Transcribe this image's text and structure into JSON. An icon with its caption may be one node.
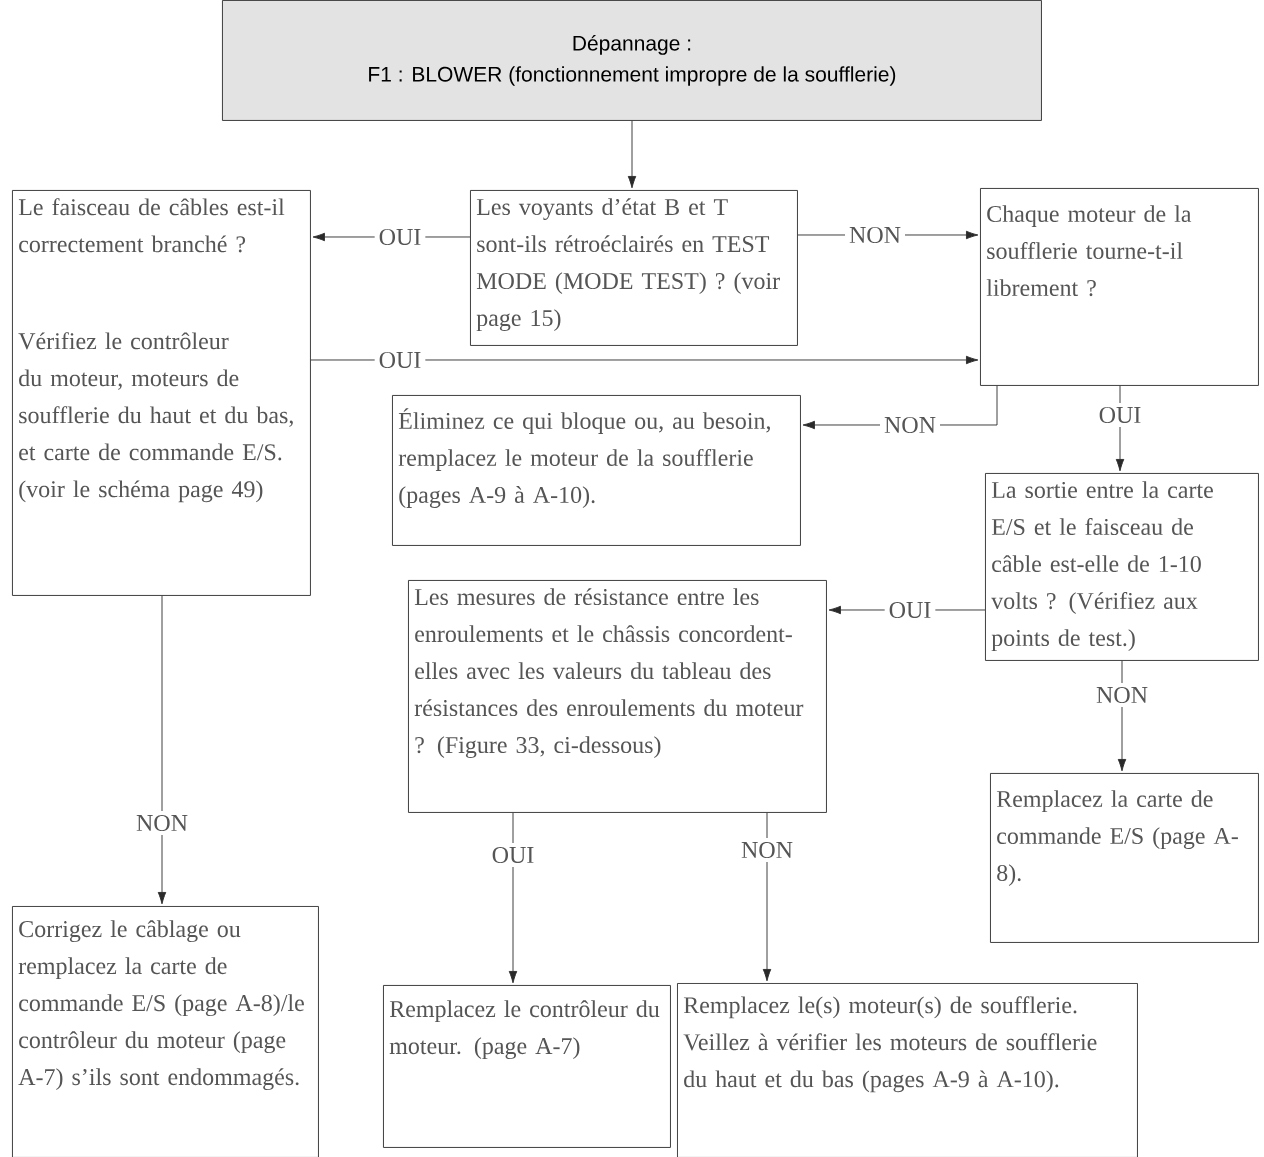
{
  "diagram": {
    "nodes": [
      {
        "text": [
          "Dépannage :",
          "F1 : BLOWER (fonctionnement impropre de la soufflerie)"
        ]
      },
      {
        "text": [
          "Les voyants d’état B et T sont-ils rétroéclairés en TEST MODE (MODE TEST) ? (voir page 15)"
        ]
      },
      {
        "text": [
          "Le faisceau de câbles est-il correctement branché ?",
          "Vérifiez le contrôleur du moteur, moteurs de soufflerie du haut et du bas, et carte de commande E/S. (voir le schéma page 49)"
        ]
      },
      {
        "text": [
          "Chaque moteur de la soufflerie tourne-t-il librement ?"
        ]
      },
      {
        "text": [
          "Éliminez ce qui bloque ou, au besoin, remplacez le moteur de la soufflerie (pages A-9 à A-10)."
        ]
      },
      {
        "text": [
          "La sortie entre la carte E/S et le faisceau de câble est-elle de 1-10 volts ? (Vérifiez aux points de test.)"
        ]
      },
      {
        "text": [
          "Les mesures de résistance entre les enroulements et le châssis concordent-elles avec les valeurs du tableau des résistances des enroulements du moteur ? (Figure 33, ci-dessous)"
        ]
      },
      {
        "text": [
          "Remplacez la carte de commande E/S (page A-8)."
        ]
      },
      {
        "text": [
          "Corrigez le câblage ou remplacez la carte de commande E/S (page A-8)/le contrôleur du moteur (page A-7) s’ils sont endommagés."
        ]
      },
      {
        "text": [
          "Remplacez le contrôleur du moteur. (page A-7)"
        ]
      },
      {
        "text": [
          "Remplacez le(s) moteur(s) de soufflerie. Veillez à vérifier les moteurs de soufflerie du haut et du bas (pages A-9 à A-10)."
        ]
      }
    ],
    "edges": [
      {
        "from": 0,
        "to": 1,
        "arrow": "to"
      },
      {
        "from": 1,
        "to": 2,
        "arrow": "to",
        "label": "OUI"
      },
      {
        "from": 1,
        "to": 3,
        "arrow": "to",
        "label": "NON"
      },
      {
        "from": 2,
        "to": 3,
        "arrow": "to",
        "label": "OUI"
      },
      {
        "from": 3,
        "to": 4,
        "arrow": "to",
        "label": "NON"
      },
      {
        "from": 3,
        "to": 5,
        "arrow": "to",
        "label": "OUI"
      },
      {
        "from": 5,
        "to": 6,
        "arrow": "to",
        "label": "OUI"
      },
      {
        "from": 5,
        "to": 7,
        "arrow": "to",
        "label": "NON"
      },
      {
        "from": 2,
        "to": 8,
        "arrow": "to",
        "label": "NON"
      },
      {
        "from": 6,
        "to": 9,
        "arrow": "to",
        "label": "OUI"
      },
      {
        "from": 6,
        "to": 10,
        "arrow": "to",
        "label": "NON"
      }
    ]
  }
}
